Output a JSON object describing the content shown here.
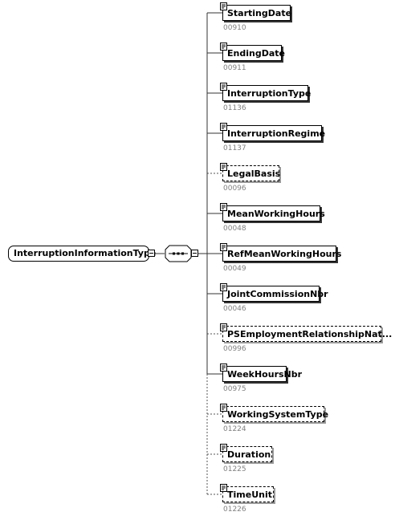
{
  "root": {
    "name": "InterruptionInformationType"
  },
  "elements": [
    {
      "name": "StartingDate",
      "code": "00910",
      "optional": false
    },
    {
      "name": "EndingDate",
      "code": "00911",
      "optional": false
    },
    {
      "name": "InterruptionType",
      "code": "01136",
      "optional": false
    },
    {
      "name": "InterruptionRegime",
      "code": "01137",
      "optional": false
    },
    {
      "name": "LegalBasis",
      "code": "00096",
      "optional": true
    },
    {
      "name": "MeanWorkingHours",
      "code": "00048",
      "optional": false
    },
    {
      "name": "RefMeanWorkingHours",
      "code": "00049",
      "optional": false
    },
    {
      "name": "JointCommissionNbr",
      "code": "00046",
      "optional": false
    },
    {
      "name": "PSEmploymentRelationshipNat...",
      "code": "00996",
      "optional": true
    },
    {
      "name": "WeekHoursNbr",
      "code": "00975",
      "optional": false
    },
    {
      "name": "WorkingSystemType",
      "code": "01224",
      "optional": true
    },
    {
      "name": "Duration",
      "code": "01225",
      "optional": true
    },
    {
      "name": "TimeUnit",
      "code": "01226",
      "optional": true
    }
  ]
}
